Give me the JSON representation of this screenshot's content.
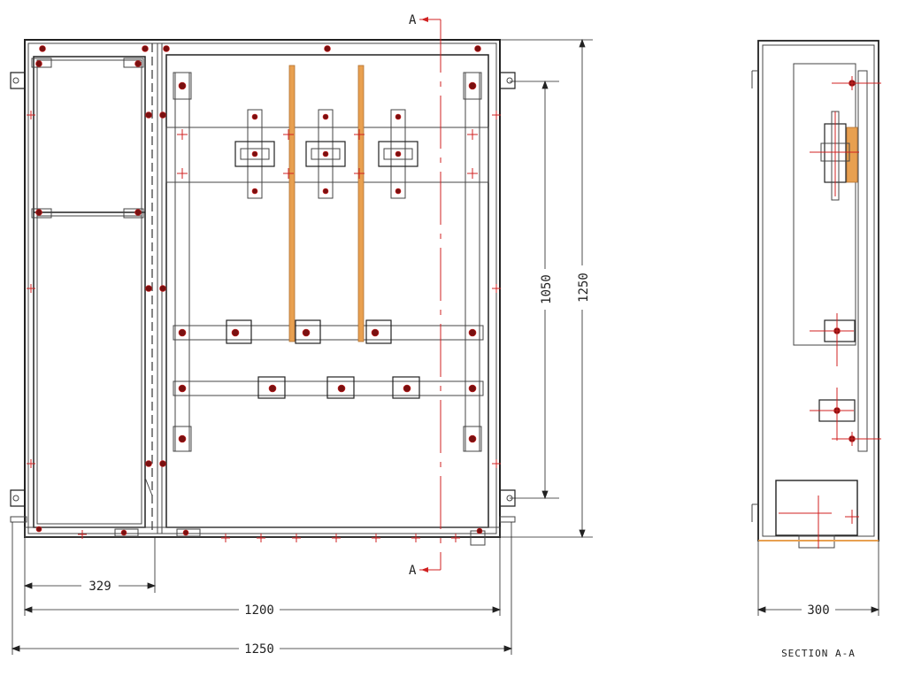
{
  "drawing": {
    "section_marker_top": "A",
    "section_marker_bottom": "A",
    "section_caption": "SECTION A-A",
    "dimensions": {
      "height_inner": "1050",
      "height_overall": "1250",
      "width_left_compartment": "329",
      "width_inner": "1200",
      "width_overall": "1250",
      "depth": "300"
    },
    "colors": {
      "outline": "#222222",
      "centerline": "#d02020",
      "busbar": "#e8a050",
      "bolt": "#7a1010"
    }
  }
}
